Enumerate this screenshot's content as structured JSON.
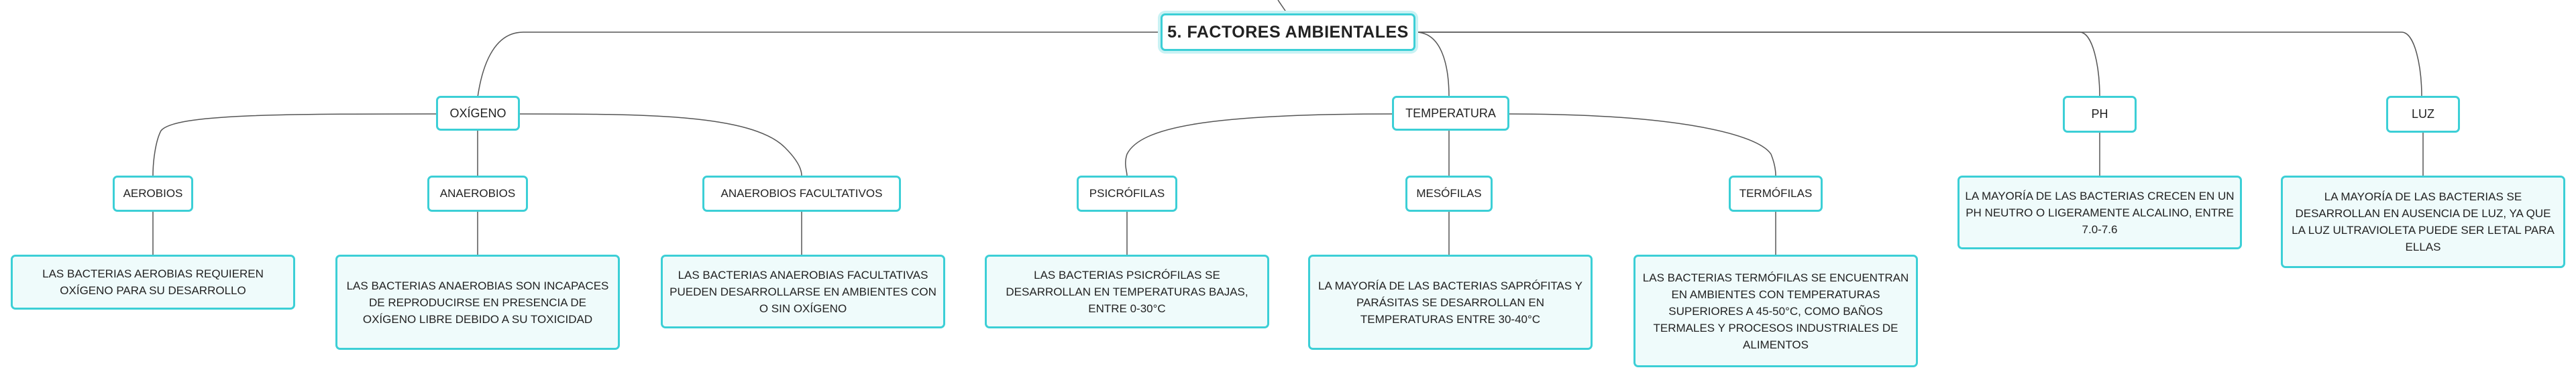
{
  "diagram": {
    "root": {
      "label": "5. FACTORES AMBIENTALES"
    },
    "categories": [
      {
        "label": "OXÍGENO",
        "children": [
          {
            "label": "AEROBIOS",
            "detail": "LAS BACTERIAS AEROBIAS REQUIEREN OXÍGENO PARA SU DESARROLLO"
          },
          {
            "label": "ANAEROBIOS",
            "detail": "LAS BACTERIAS ANAEROBIAS SON INCAPACES DE REPRODUCIRSE EN PRESENCIA DE OXÍGENO LIBRE DEBIDO A SU TOXICIDAD"
          },
          {
            "label": "ANAEROBIOS FACULTATIVOS",
            "detail": "LAS BACTERIAS ANAEROBIAS FACULTATIVAS PUEDEN DESARROLLARSE EN AMBIENTES CON O SIN OXÍGENO"
          }
        ]
      },
      {
        "label": "TEMPERATURA",
        "children": [
          {
            "label": "PSICRÓFILAS",
            "detail": "LAS BACTERIAS PSICRÓFILAS SE DESARROLLAN EN TEMPERATURAS BAJAS, ENTRE 0-30°C"
          },
          {
            "label": "MESÓFILAS",
            "detail": "LA MAYORÍA DE LAS BACTERIAS SAPRÓFITAS Y PARÁSITAS SE DESARROLLAN EN TEMPERATURAS ENTRE 30-40°C"
          },
          {
            "label": "TERMÓFILAS",
            "detail": "LAS BACTERIAS TERMÓFILAS SE ENCUENTRAN EN AMBIENTES CON TEMPERATURAS SUPERIORES A 45-50°C, COMO BAÑOS TERMALES Y PROCESOS INDUSTRIALES DE ALIMENTOS"
          }
        ]
      },
      {
        "label": "PH",
        "detail": "LA MAYORÍA DE LAS BACTERIAS CRECEN EN UN PH NEUTRO O LIGERAMENTE ALCALINO, ENTRE 7.0-7.6"
      },
      {
        "label": "LUZ",
        "detail": "LA MAYORÍA DE LAS BACTERIAS SE DESARROLLAN EN AUSENCIA DE LUZ, YA QUE LA LUZ ULTRAVIOLETA PUEDE SER LETAL PARA ELLAS"
      }
    ],
    "colors": {
      "border": "#3ccfd6",
      "leaf_fill": "#effbfb",
      "connector": "#555555"
    }
  }
}
